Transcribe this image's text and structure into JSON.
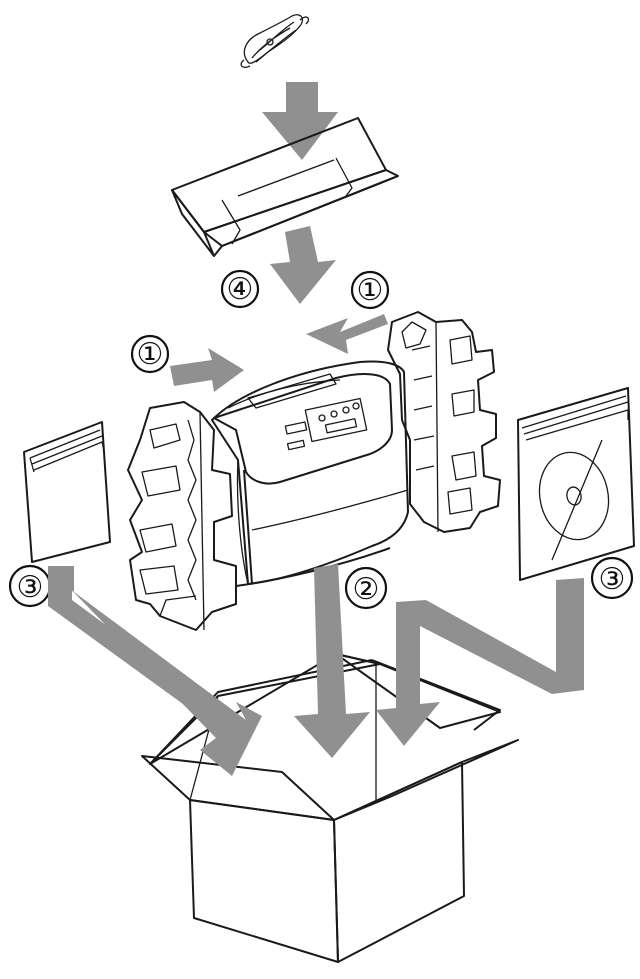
{
  "diagram": {
    "step_labels": {
      "accessories": "④",
      "side_packing_right": "①",
      "side_packing_left": "①",
      "machine": "②",
      "document_bag_left": "③",
      "document_bag_right": "③"
    },
    "colors": {
      "arrow": "#909090",
      "outline": "#1a1a1a",
      "background": "#ffffff"
    }
  }
}
